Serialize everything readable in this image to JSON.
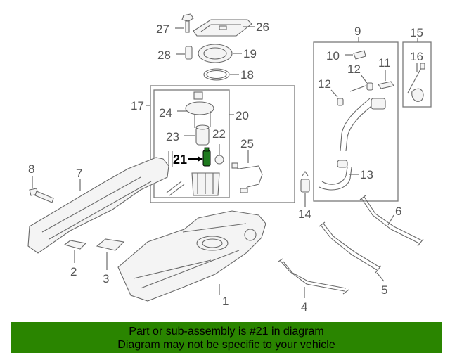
{
  "callouts": {
    "c1": "1",
    "c2": "2",
    "c3": "3",
    "c4": "4",
    "c5": "5",
    "c6": "6",
    "c7": "7",
    "c8": "8",
    "c9": "9",
    "c10": "10",
    "c11": "11",
    "c12a": "12",
    "c12b": "12",
    "c13": "13",
    "c14": "14",
    "c15": "15",
    "c16": "16",
    "c17": "17",
    "c18": "18",
    "c19": "19",
    "c20": "20",
    "c21": "21",
    "c22": "22",
    "c23": "23",
    "c24": "24",
    "c25": "25",
    "c26": "26",
    "c27": "27",
    "c28": "28"
  },
  "highlight_part": "21",
  "colors": {
    "banner": "#2a8500",
    "highlight_part": "#1f7a1f",
    "linework": "#6a6a6a"
  },
  "banner": {
    "line1": "Part or sub-assembly is #21 in diagram",
    "line2": "Diagram may not be specific to your vehicle"
  }
}
